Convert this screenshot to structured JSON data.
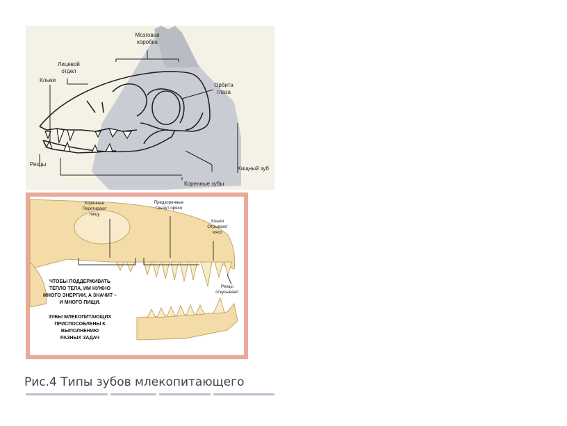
{
  "skull_labels": {
    "brain_case": [
      "Мозговая",
      "коробка"
    ],
    "facial_section": [
      "Лицевой",
      "отдел"
    ],
    "canines": "Клыки",
    "orbit": [
      "Орбита",
      "глаза"
    ],
    "carnassial": "Хищный зуб",
    "incisors": "Резцы",
    "molars": "Коренные зубы"
  },
  "teeth_labels": {
    "molars": [
      "Коренные",
      "Перетирают",
      "пищу"
    ],
    "premolars": [
      "Предкоренные",
      "Грызут орехи"
    ],
    "canines": [
      "Клыки",
      "Отрывают",
      "мясо"
    ],
    "incisors": [
      "Резцы",
      "откусывают"
    ],
    "energy_note": [
      "ЧТОБЫ ПОДДЕРЖИВАТЬ",
      "ТЕПЛО ТЕЛА, ИМ НУЖНО",
      "МНОГО ЭНЕРГИИ, А ЗНАЧИТ –",
      "И МНОГО ПИЩИ."
    ],
    "adaptation_note": [
      "ЗУБЫ МЛЕКОПИТАЮЩИХ",
      "ПРИСПОСОБЛЕНЫ К",
      "ВЫПОЛНЕНИЮ",
      "РАЗНЫХ ЗАДАЧ"
    ]
  },
  "caption": "Рис.4 Типы зубов млекопитающего",
  "colors": {
    "figure_border": "#e9a99b",
    "bone": "#f3dca7",
    "shadow": "#c9ccd2",
    "ink": "#222222"
  }
}
